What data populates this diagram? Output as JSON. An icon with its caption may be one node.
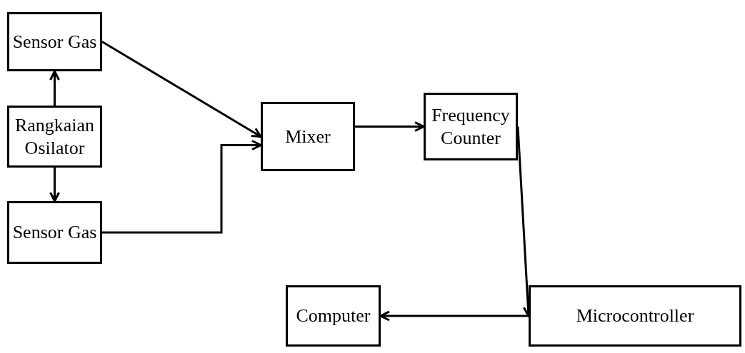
{
  "diagram": {
    "nodes": [
      {
        "text": [
          "Sensor Gas"
        ]
      },
      {
        "text": [
          "Rangkaian Osilator"
        ]
      },
      {
        "text": [
          "Sensor Gas"
        ]
      },
      {
        "text": [
          "Mixer"
        ]
      },
      {
        "text": [
          "Frequency Counter"
        ]
      },
      {
        "text": [
          "Computer"
        ]
      },
      {
        "text": [
          "Microcontroller"
        ]
      }
    ],
    "edges": [
      {
        "from": 1,
        "to": 0,
        "arrow": "to"
      },
      {
        "from": 1,
        "to": 2,
        "arrow": "to"
      },
      {
        "from": 0,
        "to": 3,
        "arrow": "to"
      },
      {
        "from": 2,
        "to": 3,
        "arrow": "to"
      },
      {
        "from": 3,
        "to": 4,
        "arrow": "to"
      },
      {
        "from": 4,
        "to": 6,
        "arrow": "to"
      },
      {
        "from": 6,
        "to": 5,
        "arrow": "to"
      }
    ]
  }
}
